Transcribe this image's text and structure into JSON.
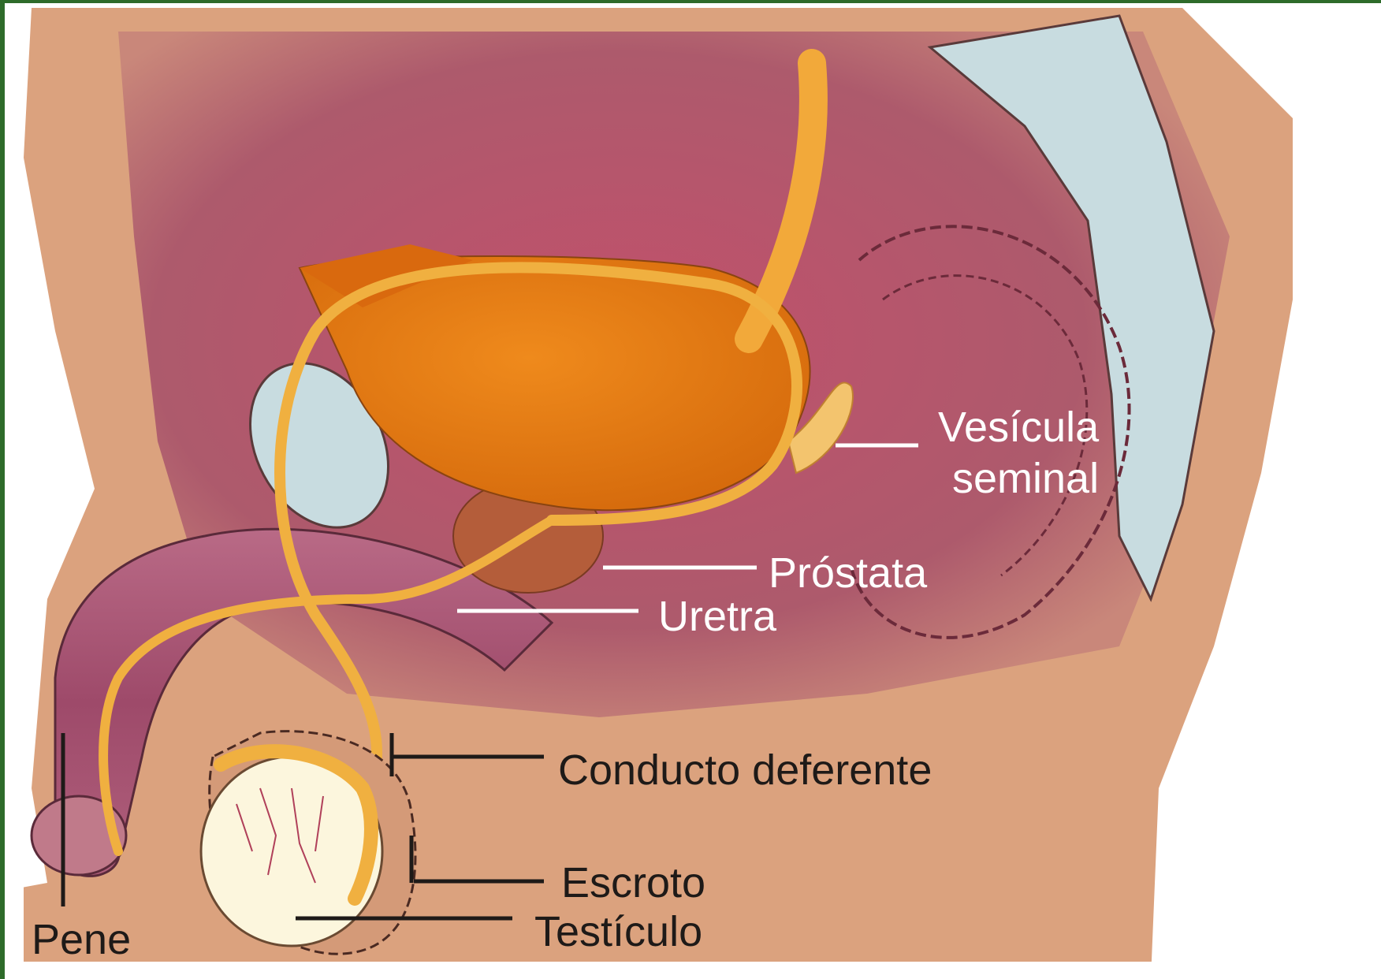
{
  "labels": {
    "vesicula_line1": "Vesícula",
    "vesicula_line2": "seminal",
    "prostata": "Próstata",
    "uretra": "Uretra",
    "conducto": "Conducto deferente",
    "escroto": "Escroto",
    "testiculo": "Testículo",
    "pene": "Pene"
  },
  "colors": {
    "border": "#2e6b2a",
    "skin": "#d9a07c",
    "pelvis": "#b0556c",
    "bladder": "#e0780f",
    "duct": "#f0b040",
    "prostate": "#b0583a",
    "testis": "#fbf5dc",
    "bone": "#c9dde0",
    "white_text": "#ffffff",
    "dark_text": "#1e1a18"
  }
}
